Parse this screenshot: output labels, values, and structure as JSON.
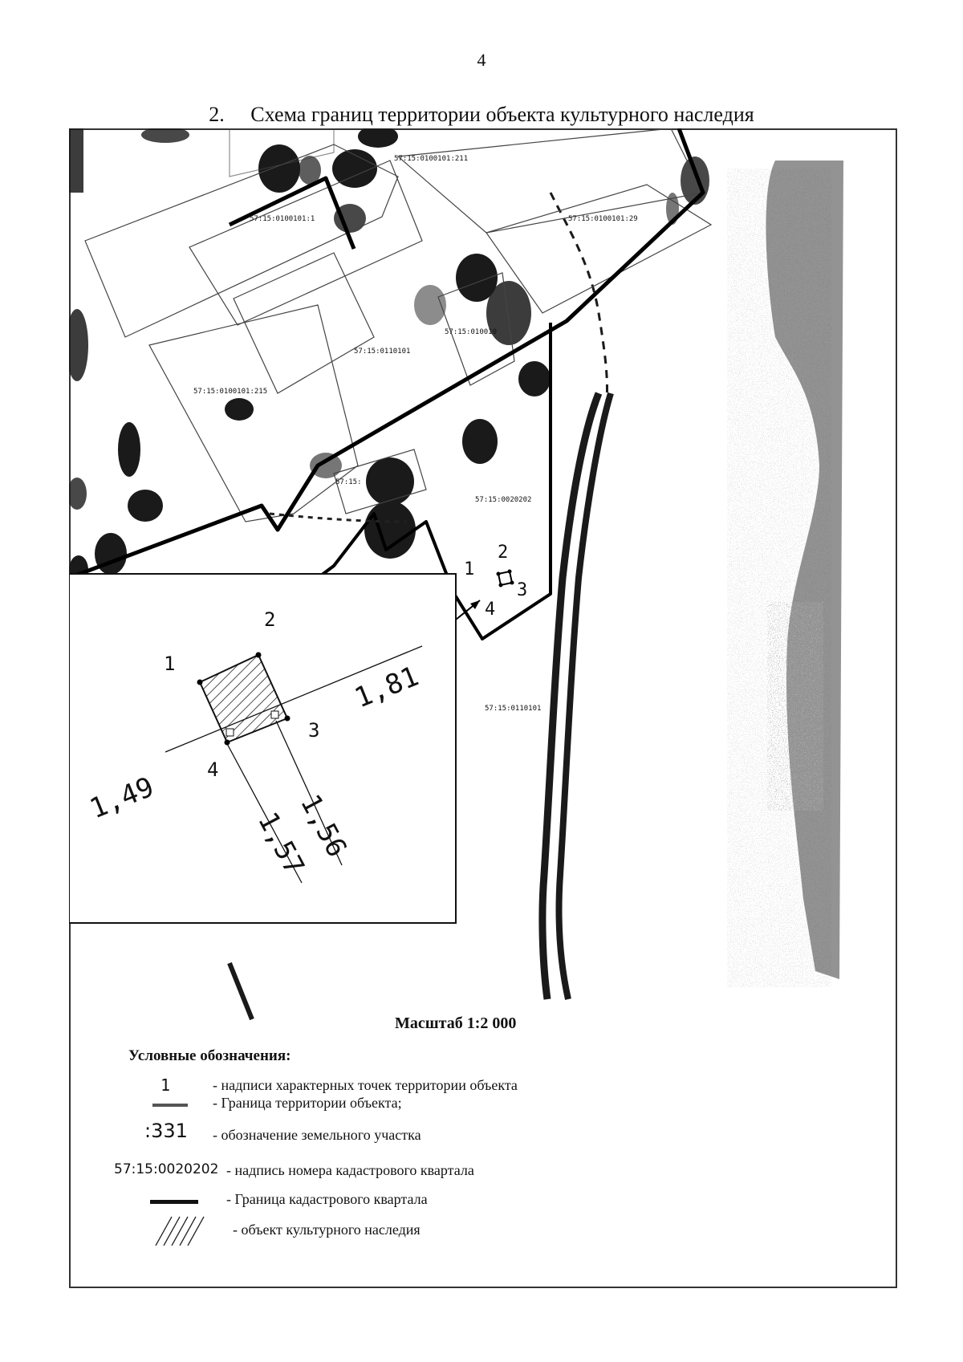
{
  "page": {
    "number": "4"
  },
  "title": {
    "number": "2.",
    "text": "Схема границ территории объекта культурного наследия"
  },
  "map": {
    "parcel_labels": [
      "57:15:0100101:211",
      "57:15:0100101:1",
      "57:15:0100101:29",
      "57:15:010010",
      "57:15:0110101",
      "57:15:0100101:215",
      "57:15:",
      "57:15:0020202",
      "57:15:0110101"
    ],
    "points_small": [
      "1",
      "2",
      "3",
      "4"
    ],
    "inset": {
      "points": [
        "1",
        "2",
        "3",
        "4"
      ],
      "dims": [
        "1,81",
        "1,49",
        "1,56",
        "1,57"
      ]
    },
    "scale_label": "Масштаб 1:2 000"
  },
  "legend": {
    "title": "Условные обозначения:",
    "items": [
      {
        "symbol": "1",
        "text": "- надписи характерных точек территории объекта"
      },
      {
        "symbol": "",
        "text": "- Граница территории объекта;"
      },
      {
        "symbol": ":331",
        "text": "- обозначение земельного участка"
      },
      {
        "symbol": "57:15:0020202",
        "text": "- надпись номера кадастрового квартала"
      },
      {
        "symbol": "",
        "text": "- Граница кадастрового квартала"
      },
      {
        "symbol": "",
        "text": "- объект культурного наследия"
      }
    ]
  }
}
